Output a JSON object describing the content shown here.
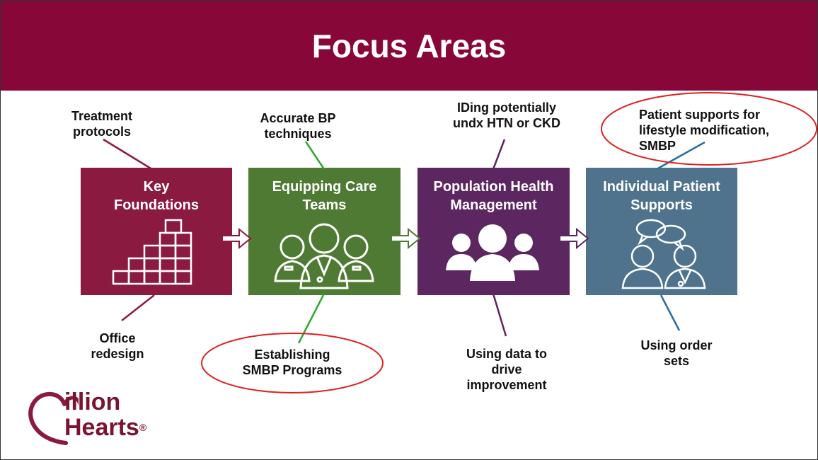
{
  "title": "Focus Areas",
  "boxes": [
    {
      "line1": "Key",
      "line2": "Foundations",
      "color": "#8b1a40",
      "icon": "stairs-icon"
    },
    {
      "line1": "Equipping Care",
      "line2": "Teams",
      "color": "#4f7a33",
      "icon": "care-team-icon"
    },
    {
      "line1": "Population Health",
      "line2": "Management",
      "color": "#5c2660",
      "icon": "population-group-icon"
    },
    {
      "line1": "Individual Patient",
      "line2": "Supports",
      "color": "#4f738d",
      "icon": "patient-doctor-chat-icon"
    }
  ],
  "notes": {
    "treatment": [
      "Treatment",
      "protocols"
    ],
    "office": [
      "Office",
      "redesign"
    ],
    "accurate_bp": [
      "Accurate BP",
      "techniques"
    ],
    "smbp_programs": [
      "Establishing",
      "SMBP Programs"
    ],
    "iding": [
      "IDing potentially",
      "undx HTN or CKD"
    ],
    "using_data": [
      "Using data to",
      "drive",
      "improvement"
    ],
    "patient_supports": [
      "Patient supports for",
      "lifestyle modification,",
      "SMBP"
    ],
    "order_sets": [
      "Using order",
      "sets"
    ]
  },
  "logo": {
    "part1": "illion",
    "part2": "Hearts",
    "mark": "®"
  },
  "colors": {
    "banner": "#870838",
    "highlight": "#e02020"
  }
}
